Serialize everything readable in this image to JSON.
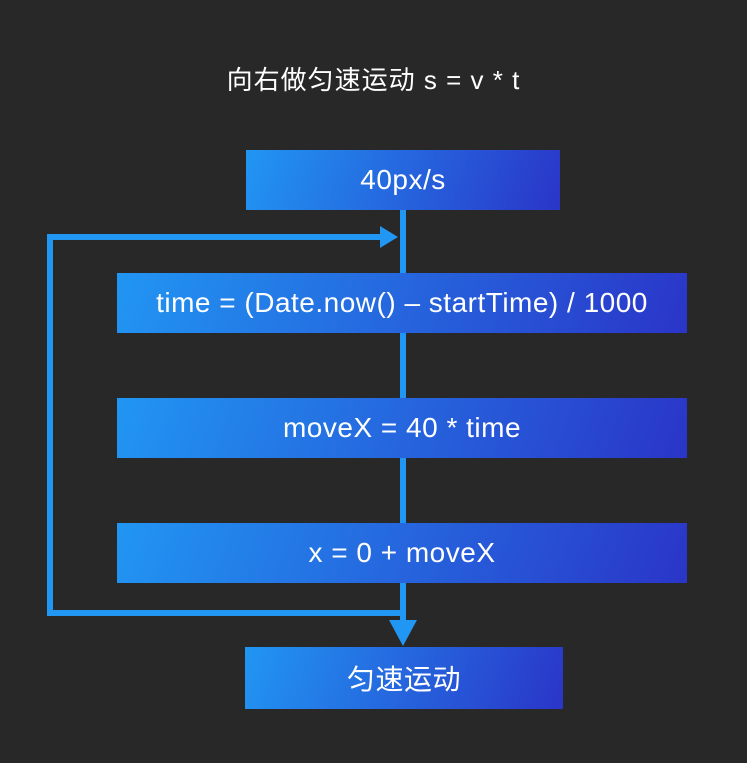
{
  "title": "向右做匀速运动 s = v * t",
  "colors": {
    "background": "#282828",
    "line": "#2196F3",
    "node_gradient_start": "#2196F3",
    "node_gradient_end": "#2A35C8",
    "text": "#FFFFFF"
  },
  "flowchart": {
    "nodes": [
      {
        "id": "speed",
        "label": "40px/s"
      },
      {
        "id": "time-calc",
        "label": "time = (Date.now() – startTime) / 1000"
      },
      {
        "id": "move-calc",
        "label": "moveX = 40 * time"
      },
      {
        "id": "position",
        "label": "x = 0 + moveX"
      },
      {
        "id": "result",
        "label": "匀速运动"
      }
    ],
    "edges": [
      {
        "from": "speed",
        "to": "time-calc",
        "type": "straight-down"
      },
      {
        "from": "time-calc",
        "to": "move-calc",
        "type": "straight-down"
      },
      {
        "from": "move-calc",
        "to": "position",
        "type": "straight-down"
      },
      {
        "from": "position",
        "to": "result",
        "type": "down-arrow"
      },
      {
        "from": "position",
        "to": "time-calc",
        "type": "loop-back-left-arrow"
      }
    ]
  }
}
